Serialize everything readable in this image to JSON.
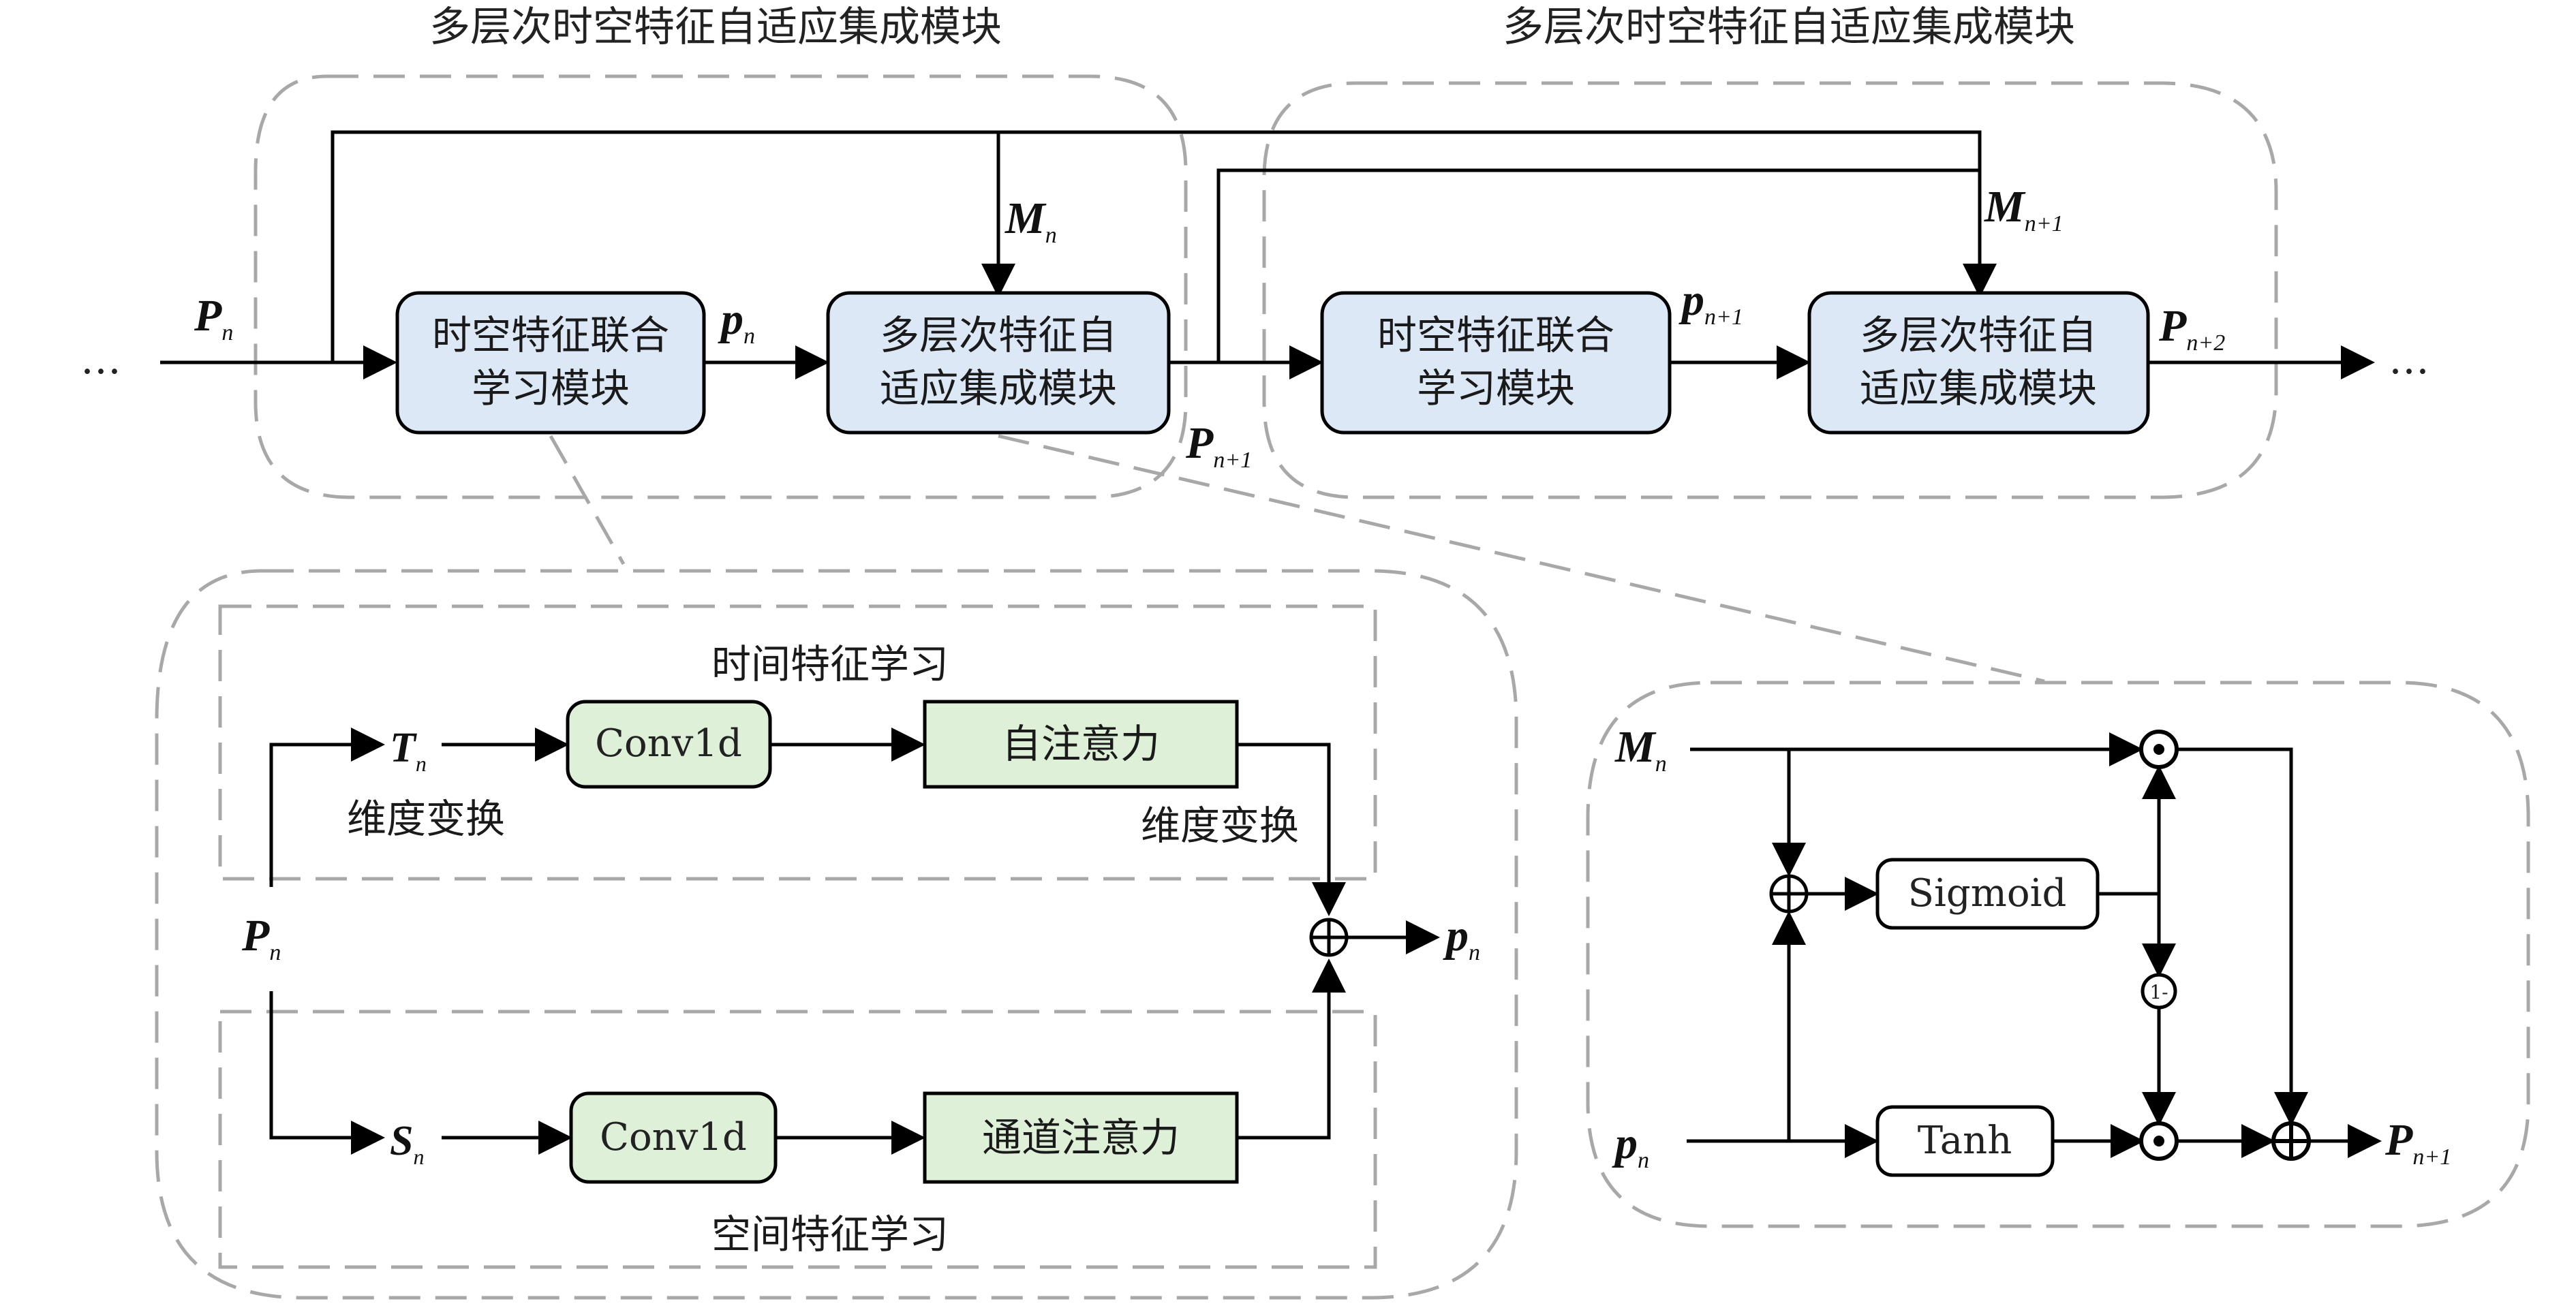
{
  "titles": {
    "left": "多层次时空特征自适应集成模块",
    "right": "多层次时空特征自适应集成模块"
  },
  "top": {
    "ellipsis_left": "…",
    "ellipsis_right": "…",
    "box1": [
      "时空特征联合",
      "学习模块"
    ],
    "box2": [
      "多层次特征自",
      "适应集成模块"
    ],
    "box3": [
      "时空特征联合",
      "学习模块"
    ],
    "box4": [
      "多层次特征自",
      "适应集成模块"
    ],
    "P_n": {
      "base": "P",
      "sub": "n"
    },
    "p_n": {
      "base": "p",
      "sub": "n"
    },
    "M_n": {
      "base": "M",
      "sub": "n"
    },
    "M_n1": {
      "base": "M",
      "sub": "n+1"
    },
    "P_n1": {
      "base": "P",
      "sub": "n+1"
    },
    "p_n1": {
      "base": "p",
      "sub": "n+1"
    },
    "P_n2": {
      "base": "P",
      "sub": "n+2"
    }
  },
  "bottom_left": {
    "temporal_title": "时间特征学习",
    "spatial_title": "空间特征学习",
    "conv_top": "Conv1d",
    "conv_bottom": "Conv1d",
    "self_attention": "自注意力",
    "channel_attention": "通道注意力",
    "dim_transform_left": "维度变换",
    "dim_transform_right": "维度变换",
    "plus": "⊕",
    "T_n": {
      "base": "T",
      "sub": "n"
    },
    "S_n": {
      "base": "S",
      "sub": "n"
    },
    "P_n": {
      "base": "P",
      "sub": "n"
    },
    "p_out": {
      "base": "p",
      "sub": "n"
    }
  },
  "bottom_right": {
    "sigmoid": "Sigmoid",
    "tanh": "Tanh",
    "plus": "⊕",
    "one_minus": "1-",
    "M_n": {
      "base": "M",
      "sub": "n"
    },
    "p_n": {
      "base": "p",
      "sub": "n"
    },
    "P_out": {
      "base": "P",
      "sub": "n+1"
    }
  },
  "colors": {
    "blue_box": "#dce8f6",
    "green_box": "#dff0d8",
    "dashed": "#a8a8a8"
  }
}
